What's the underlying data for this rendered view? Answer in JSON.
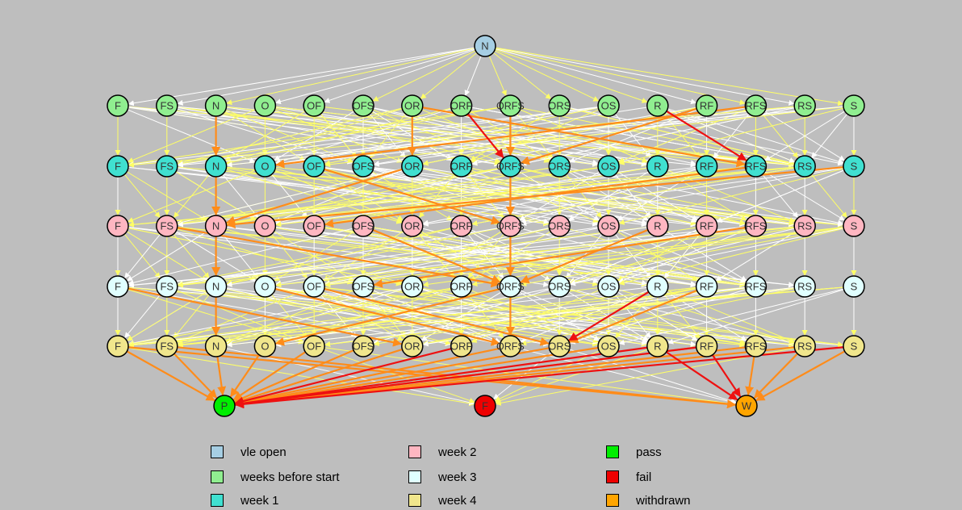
{
  "colors": {
    "background": "#bebebe",
    "vle_open": "#a6cee3",
    "weeks_before_start": "#90ee90",
    "week_1": "#40e0d0",
    "week_2": "#ffb6c1",
    "week_3": "#e0ffff",
    "week_4": "#f0e68c",
    "pass": "#00ee00",
    "fail": "#ee0000",
    "withdrawn": "#ffa500",
    "edge_white": "#ffffff",
    "edge_yellow": "#ffff66",
    "edge_orange": "#ff8c1a",
    "edge_red": "#ee1111"
  },
  "graph": {
    "root": {
      "label": "N",
      "group": "vle_open"
    },
    "week_rows": [
      {
        "group": "weeks_before_start",
        "labels": [
          "F",
          "FS",
          "N",
          "O",
          "OF",
          "OFS",
          "OR",
          "ORF",
          "ORFS",
          "ORS",
          "OS",
          "R",
          "RF",
          "RFS",
          "RS",
          "S"
        ]
      },
      {
        "group": "week_1",
        "labels": [
          "F",
          "FS",
          "N",
          "O",
          "OF",
          "OFS",
          "OR",
          "ORF",
          "ORFS",
          "ORS",
          "OS",
          "R",
          "RF",
          "RFS",
          "RS",
          "S"
        ]
      },
      {
        "group": "week_2",
        "labels": [
          "F",
          "FS",
          "N",
          "O",
          "OF",
          "OFS",
          "OR",
          "ORF",
          "ORFS",
          "ORS",
          "OS",
          "R",
          "RF",
          "RFS",
          "RS",
          "S"
        ]
      },
      {
        "group": "week_3",
        "labels": [
          "F",
          "FS",
          "N",
          "O",
          "OF",
          "OFS",
          "OR",
          "ORF",
          "ORFS",
          "ORS",
          "OS",
          "R",
          "RF",
          "RFS",
          "RS",
          "S"
        ]
      },
      {
        "group": "week_4",
        "labels": [
          "F",
          "FS",
          "N",
          "O",
          "OF",
          "OFS",
          "OR",
          "ORF",
          "ORFS",
          "ORS",
          "OS",
          "R",
          "RF",
          "RFS",
          "RS",
          "S"
        ]
      }
    ],
    "outcomes": [
      {
        "label": "P",
        "group": "pass"
      },
      {
        "label": "F",
        "group": "fail"
      },
      {
        "label": "W",
        "group": "withdrawn"
      }
    ]
  },
  "legend": [
    {
      "label": "vle open",
      "color": "#a6cee3"
    },
    {
      "label": "weeks before start",
      "color": "#90ee90"
    },
    {
      "label": "week 1",
      "color": "#40e0d0"
    },
    {
      "label": "week 2",
      "color": "#ffb6c1"
    },
    {
      "label": "week 3",
      "color": "#e0ffff"
    },
    {
      "label": "week 4",
      "color": "#f0e68c"
    },
    {
      "label": "pass",
      "color": "#00ee00"
    },
    {
      "label": "fail",
      "color": "#ee0000"
    },
    {
      "label": "withdrawn",
      "color": "#ffa500"
    }
  ]
}
